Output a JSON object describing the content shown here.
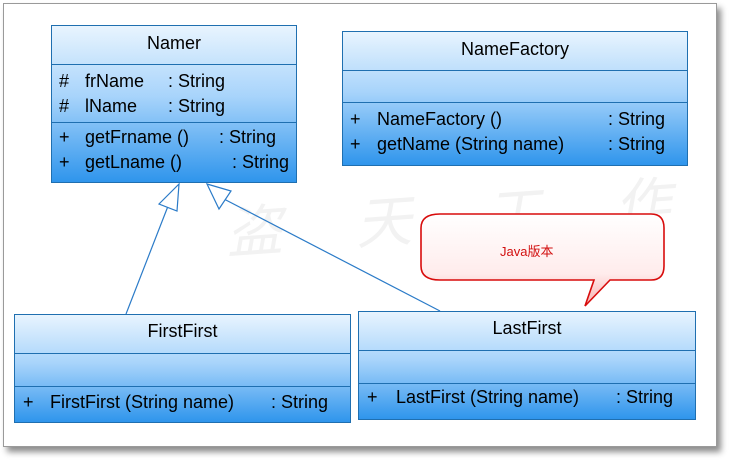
{
  "watermark": "盗 天 工 作 室",
  "classes": {
    "namer": {
      "name": "Namer",
      "attributes": [
        {
          "vis": "#",
          "name": "frName",
          "type": ": String"
        },
        {
          "vis": "#",
          "name": "lName",
          "type": ": String"
        }
      ],
      "operations": [
        {
          "vis": "+",
          "name": "getFrname ()",
          "type": ": String"
        },
        {
          "vis": "+",
          "name": "getLname ()",
          "type": ": String"
        }
      ]
    },
    "namefactory": {
      "name": "NameFactory",
      "operations": [
        {
          "vis": "+",
          "name": "NameFactory ()",
          "type": ": String"
        },
        {
          "vis": "+",
          "name": "getName (String name)",
          "type": ": String"
        }
      ]
    },
    "firstfirst": {
      "name": "FirstFirst",
      "operations": [
        {
          "vis": "+",
          "name": "FirstFirst (String name)",
          "type": ": String"
        }
      ]
    },
    "lastfirst": {
      "name": "LastFirst",
      "operations": [
        {
          "vis": "+",
          "name": "LastFirst (String name)",
          "type": ": String"
        }
      ]
    }
  },
  "callout": {
    "text": "Java版本",
    "color": "#d21010"
  },
  "colors": {
    "border": "#1f6fb0",
    "gradient_top": "#e8f4fe",
    "gradient_bottom": "#2f95ec",
    "line": "#2b7bc8"
  }
}
